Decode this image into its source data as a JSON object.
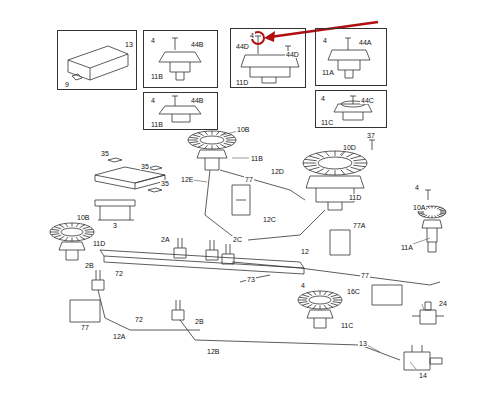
{
  "diagram": {
    "nodes": [
      {
        "text": [
          "13",
          "9"
        ]
      },
      {
        "text": [
          "4",
          "44B",
          "11B"
        ]
      },
      {
        "text": [
          "4",
          "44D",
          "44D",
          "11D"
        ]
      },
      {
        "text": [
          "4",
          "44A",
          "11A"
        ]
      },
      {
        "text": [
          "4",
          "44B",
          "11B"
        ]
      },
      {
        "text": [
          "4",
          "44C",
          "11C"
        ]
      }
    ],
    "labels": [
      "10B",
      "37",
      "10D",
      "11B",
      "35",
      "35",
      "35",
      "12D",
      "12E",
      "77",
      "11D",
      "4",
      "10A",
      "10B",
      "3",
      "12C",
      "77A",
      "2A",
      "2C",
      "11D",
      "12",
      "11A",
      "2B",
      "72",
      "73",
      "77",
      "4",
      "16C",
      "24",
      "77",
      "12A",
      "72",
      "2B",
      "11C",
      "12B",
      "13",
      "14"
    ]
  }
}
